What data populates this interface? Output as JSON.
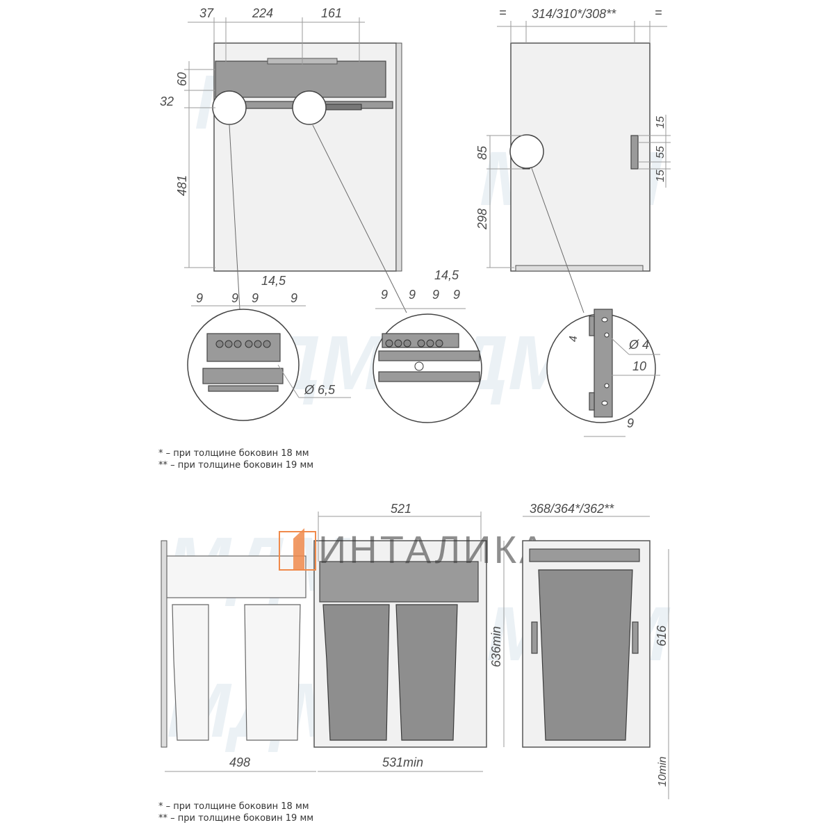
{
  "logo": {
    "text": "ИНТАЛИКА",
    "accent": "#f08a4b"
  },
  "top_left_view": {
    "dims_top": [
      "37",
      "224",
      "161"
    ],
    "dim_60": "60",
    "dim_32": "32",
    "dim_481": "481"
  },
  "top_right_view": {
    "eq_left": "=",
    "width": "314/310*/308**",
    "eq_right": "=",
    "dim_85": "85",
    "dim_298": "298",
    "dim_15a": "15",
    "dim_55": "55",
    "dim_15b": "15"
  },
  "detail_1": {
    "d1": "9",
    "d2": "9",
    "d3": "9",
    "d4": "9",
    "d145": "14,5",
    "hole": "Ø 6,5"
  },
  "detail_2": {
    "d1": "9",
    "d2": "9",
    "d3": "9",
    "d4": "9",
    "d145": "14,5"
  },
  "detail_3": {
    "d4": "4",
    "hole": "Ø 4",
    "d10": "10",
    "d9": "9"
  },
  "notes_top": [
    "* – при толщине боковин 18 мм",
    "** – при толщине боковин 19 мм"
  ],
  "bottom_view": {
    "dim_521": "521",
    "dim_368": "368/364*/362**",
    "dim_636": "636min",
    "dim_616": "616",
    "dim_498": "498",
    "dim_531": "531min",
    "dim_10": "10min"
  },
  "notes_bottom": [
    "* – при толщине боковин 18 мм",
    "** – при толщине боковин 19 мм"
  ]
}
